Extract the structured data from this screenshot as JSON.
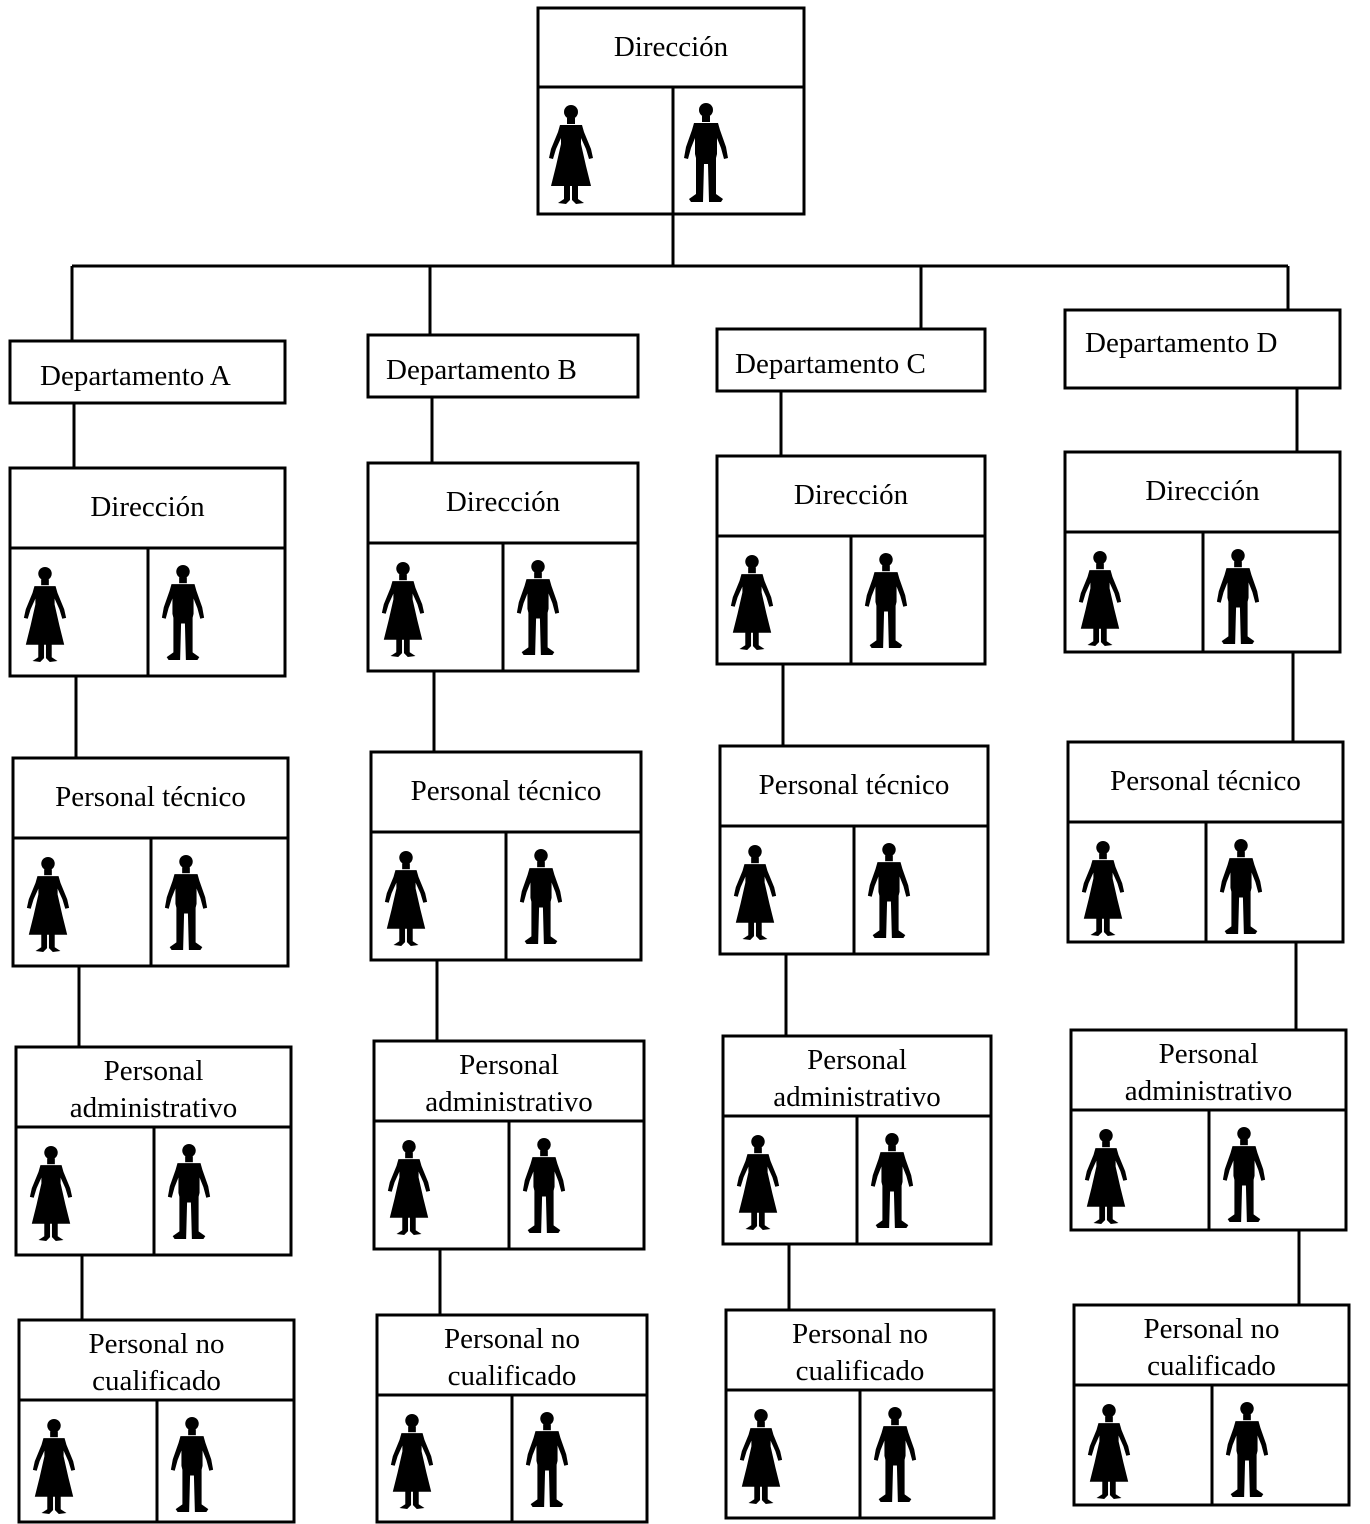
{
  "top": {
    "title": "Dirección",
    "figures": [
      "woman-icon",
      "man-icon"
    ]
  },
  "departments": [
    {
      "name": "Departamento A",
      "units": [
        {
          "lines": [
            "Dirección"
          ]
        },
        {
          "lines": [
            "Personal técnico"
          ]
        },
        {
          "lines": [
            "Personal",
            "administrativo"
          ]
        },
        {
          "lines": [
            "Personal no",
            "cualificado"
          ]
        }
      ]
    },
    {
      "name": "Departamento B",
      "units": [
        {
          "lines": [
            "Dirección"
          ]
        },
        {
          "lines": [
            "Personal técnico"
          ]
        },
        {
          "lines": [
            "Personal",
            "administrativo"
          ]
        },
        {
          "lines": [
            "Personal no",
            "cualificado"
          ]
        }
      ]
    },
    {
      "name": "Departamento C",
      "units": [
        {
          "lines": [
            "Dirección"
          ]
        },
        {
          "lines": [
            "Personal técnico"
          ]
        },
        {
          "lines": [
            "Personal",
            "administrativo"
          ]
        },
        {
          "lines": [
            "Personal no",
            "cualificado"
          ]
        }
      ]
    },
    {
      "name": "Departamento D",
      "units": [
        {
          "lines": [
            "Dirección"
          ]
        },
        {
          "lines": [
            "Personal técnico"
          ]
        },
        {
          "lines": [
            "Personal",
            "administrativo"
          ]
        },
        {
          "lines": [
            "Personal no",
            "cualificado"
          ]
        }
      ]
    }
  ],
  "colors": {
    "line": "#000000",
    "background": "#ffffff"
  }
}
